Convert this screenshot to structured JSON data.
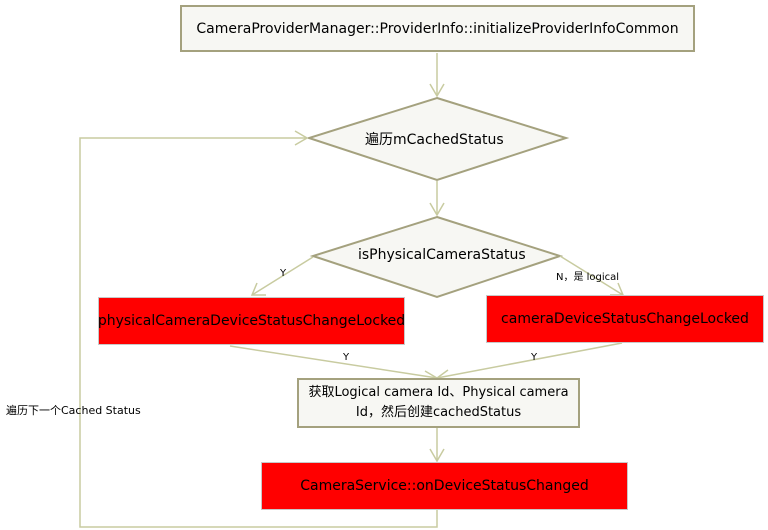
{
  "nodes": {
    "start": "CameraProviderManager::ProviderInfo::initializeProviderInfoCommon",
    "loop_decision": "遍历mCachedStatus",
    "physical_decision": "isPhysicalCameraStatus",
    "physical_locked": "physicalCameraDeviceStatusChangeLocked",
    "device_locked": "cameraDeviceStatusChangeLocked",
    "get_ids_line1": "获取Logical camera Id、Physical camera",
    "get_ids_line2": "Id，然后创建cachedStatus",
    "on_changed": "CameraService::onDeviceStatusChanged"
  },
  "edge_labels": {
    "yes_left": "Y",
    "no_right": "N，是 logical",
    "yes_from_physical": "Y",
    "yes_from_device": "Y",
    "loop_back": "遍历下一个Cached Status"
  },
  "colors": {
    "box_border": "#a4a17e",
    "box_fill": "#f7f7f3",
    "highlight": "#ff0000",
    "connector": "#c8cba0"
  }
}
